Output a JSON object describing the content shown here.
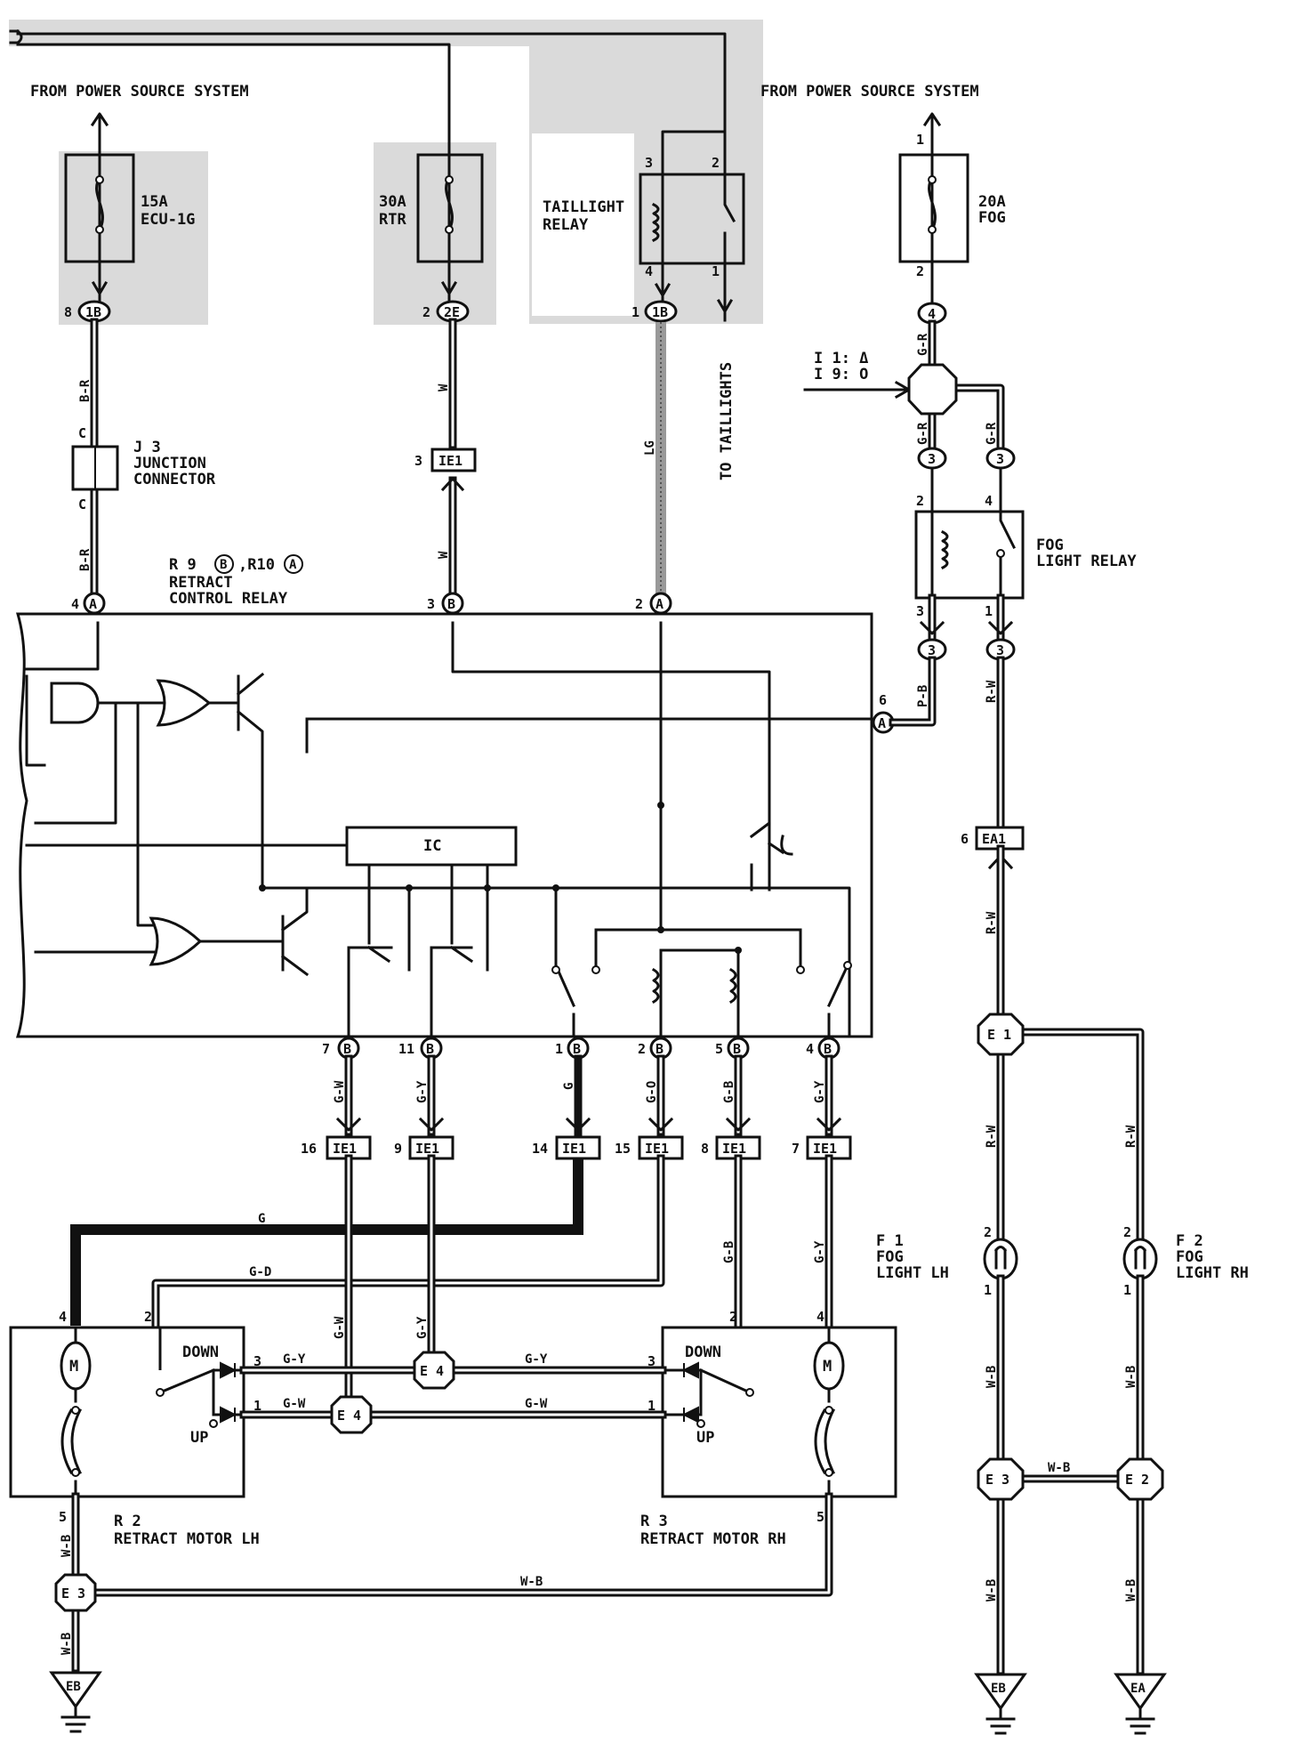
{
  "top_labels": {
    "power_left": "FROM POWER SOURCE SYSTEM",
    "power_right": "FROM POWER SOURCE SYSTEM",
    "to_taillights": "TO TAILLIGHTS",
    "ii_ref_1": "I 1: Δ",
    "ii_ref_2": "I 9: O"
  },
  "fuses": [
    {
      "amp": "15A",
      "name": "ECU-1G",
      "pin_out": "8",
      "connector": "1B"
    },
    {
      "amp": "30A",
      "name": "RTR",
      "pin_out": "2",
      "connector": "2E"
    },
    {
      "amp": "20A",
      "name": "FOG",
      "pin_in": "1",
      "pin_out": "2",
      "connector": "4"
    }
  ],
  "taillight_relay": {
    "line1": "TAILLIGHT",
    "line2": "RELAY",
    "pin3": "3",
    "pin2": "2",
    "pin4": "4",
    "pin1": "1",
    "pin_conn": "1",
    "connector": "1B"
  },
  "junction": {
    "id": "J 3",
    "line1": "JUNCTION",
    "line2": "CONNECTOR",
    "pin": "C"
  },
  "retract_relay": {
    "ref": "R 9",
    "ref_b": "B",
    "ref2": ",R10",
    "ref2_a": "A",
    "line1": "RETRACT",
    "line2": "CONTROL RELAY",
    "ic": "IC",
    "top_pins": [
      {
        "num": "4",
        "conn": "A"
      },
      {
        "num": "3",
        "conn": "B"
      },
      {
        "num": "2",
        "conn": "A"
      }
    ],
    "side_pin": {
      "num": "6",
      "conn": "A"
    },
    "bottom_pins": [
      {
        "num": "7",
        "conn": "B"
      },
      {
        "num": "11",
        "conn": "B"
      },
      {
        "num": "1",
        "conn": "B"
      },
      {
        "num": "2",
        "conn": "B"
      },
      {
        "num": "5",
        "conn": "B"
      },
      {
        "num": "4",
        "conn": "B"
      }
    ]
  },
  "fog_relay": {
    "line1": "FOG",
    "line2": "LIGHT RELAY",
    "p2": "2",
    "p4": "4",
    "p3": "3",
    "p1": "1",
    "conn": "3"
  },
  "connectors": {
    "ie1": "IE1",
    "ea1": "EA1",
    "ie1_top_pin": "3",
    "ea1_pin": "6",
    "ie1_bottom_pins": [
      "16",
      "9",
      "14",
      "15",
      "8",
      "7"
    ]
  },
  "wires": {
    "b_r": "B-R",
    "c": "C",
    "w": "W",
    "lg": "LG",
    "g_r": "G-R",
    "p_b": "P-B",
    "r_w": "R-W",
    "g_w": "G-W",
    "g_y": "G-Y",
    "g": "G",
    "g_o": "G-O",
    "g_b": "G-B",
    "g_d": "G-D",
    "w_b": "W-B"
  },
  "fog_lights": [
    {
      "id": "F 1",
      "line1": "FOG",
      "line2": "LIGHT LH",
      "p2": "2",
      "p1": "1"
    },
    {
      "id": "F 2",
      "line1": "FOG",
      "line2": "LIGHT RH",
      "p2": "2",
      "p1": "1"
    }
  ],
  "motors": [
    {
      "id": "R 2",
      "name": "RETRACT MOTOR LH",
      "down": "DOWN",
      "up": "UP",
      "m": "M",
      "p4": "4",
      "p2": "2",
      "p3": "3",
      "p1": "1",
      "p5": "5"
    },
    {
      "id": "R 3",
      "name": "RETRACT MOTOR RH",
      "down": "DOWN",
      "up": "UP",
      "m": "M",
      "p2": "2",
      "p4": "4",
      "p3": "3",
      "p1": "1",
      "p5": "5"
    }
  ],
  "splices": {
    "e4": "E 4",
    "e3": "E 3",
    "e2": "E 2",
    "e1": "E 1",
    "eb": "EB",
    "ea": "EA"
  }
}
